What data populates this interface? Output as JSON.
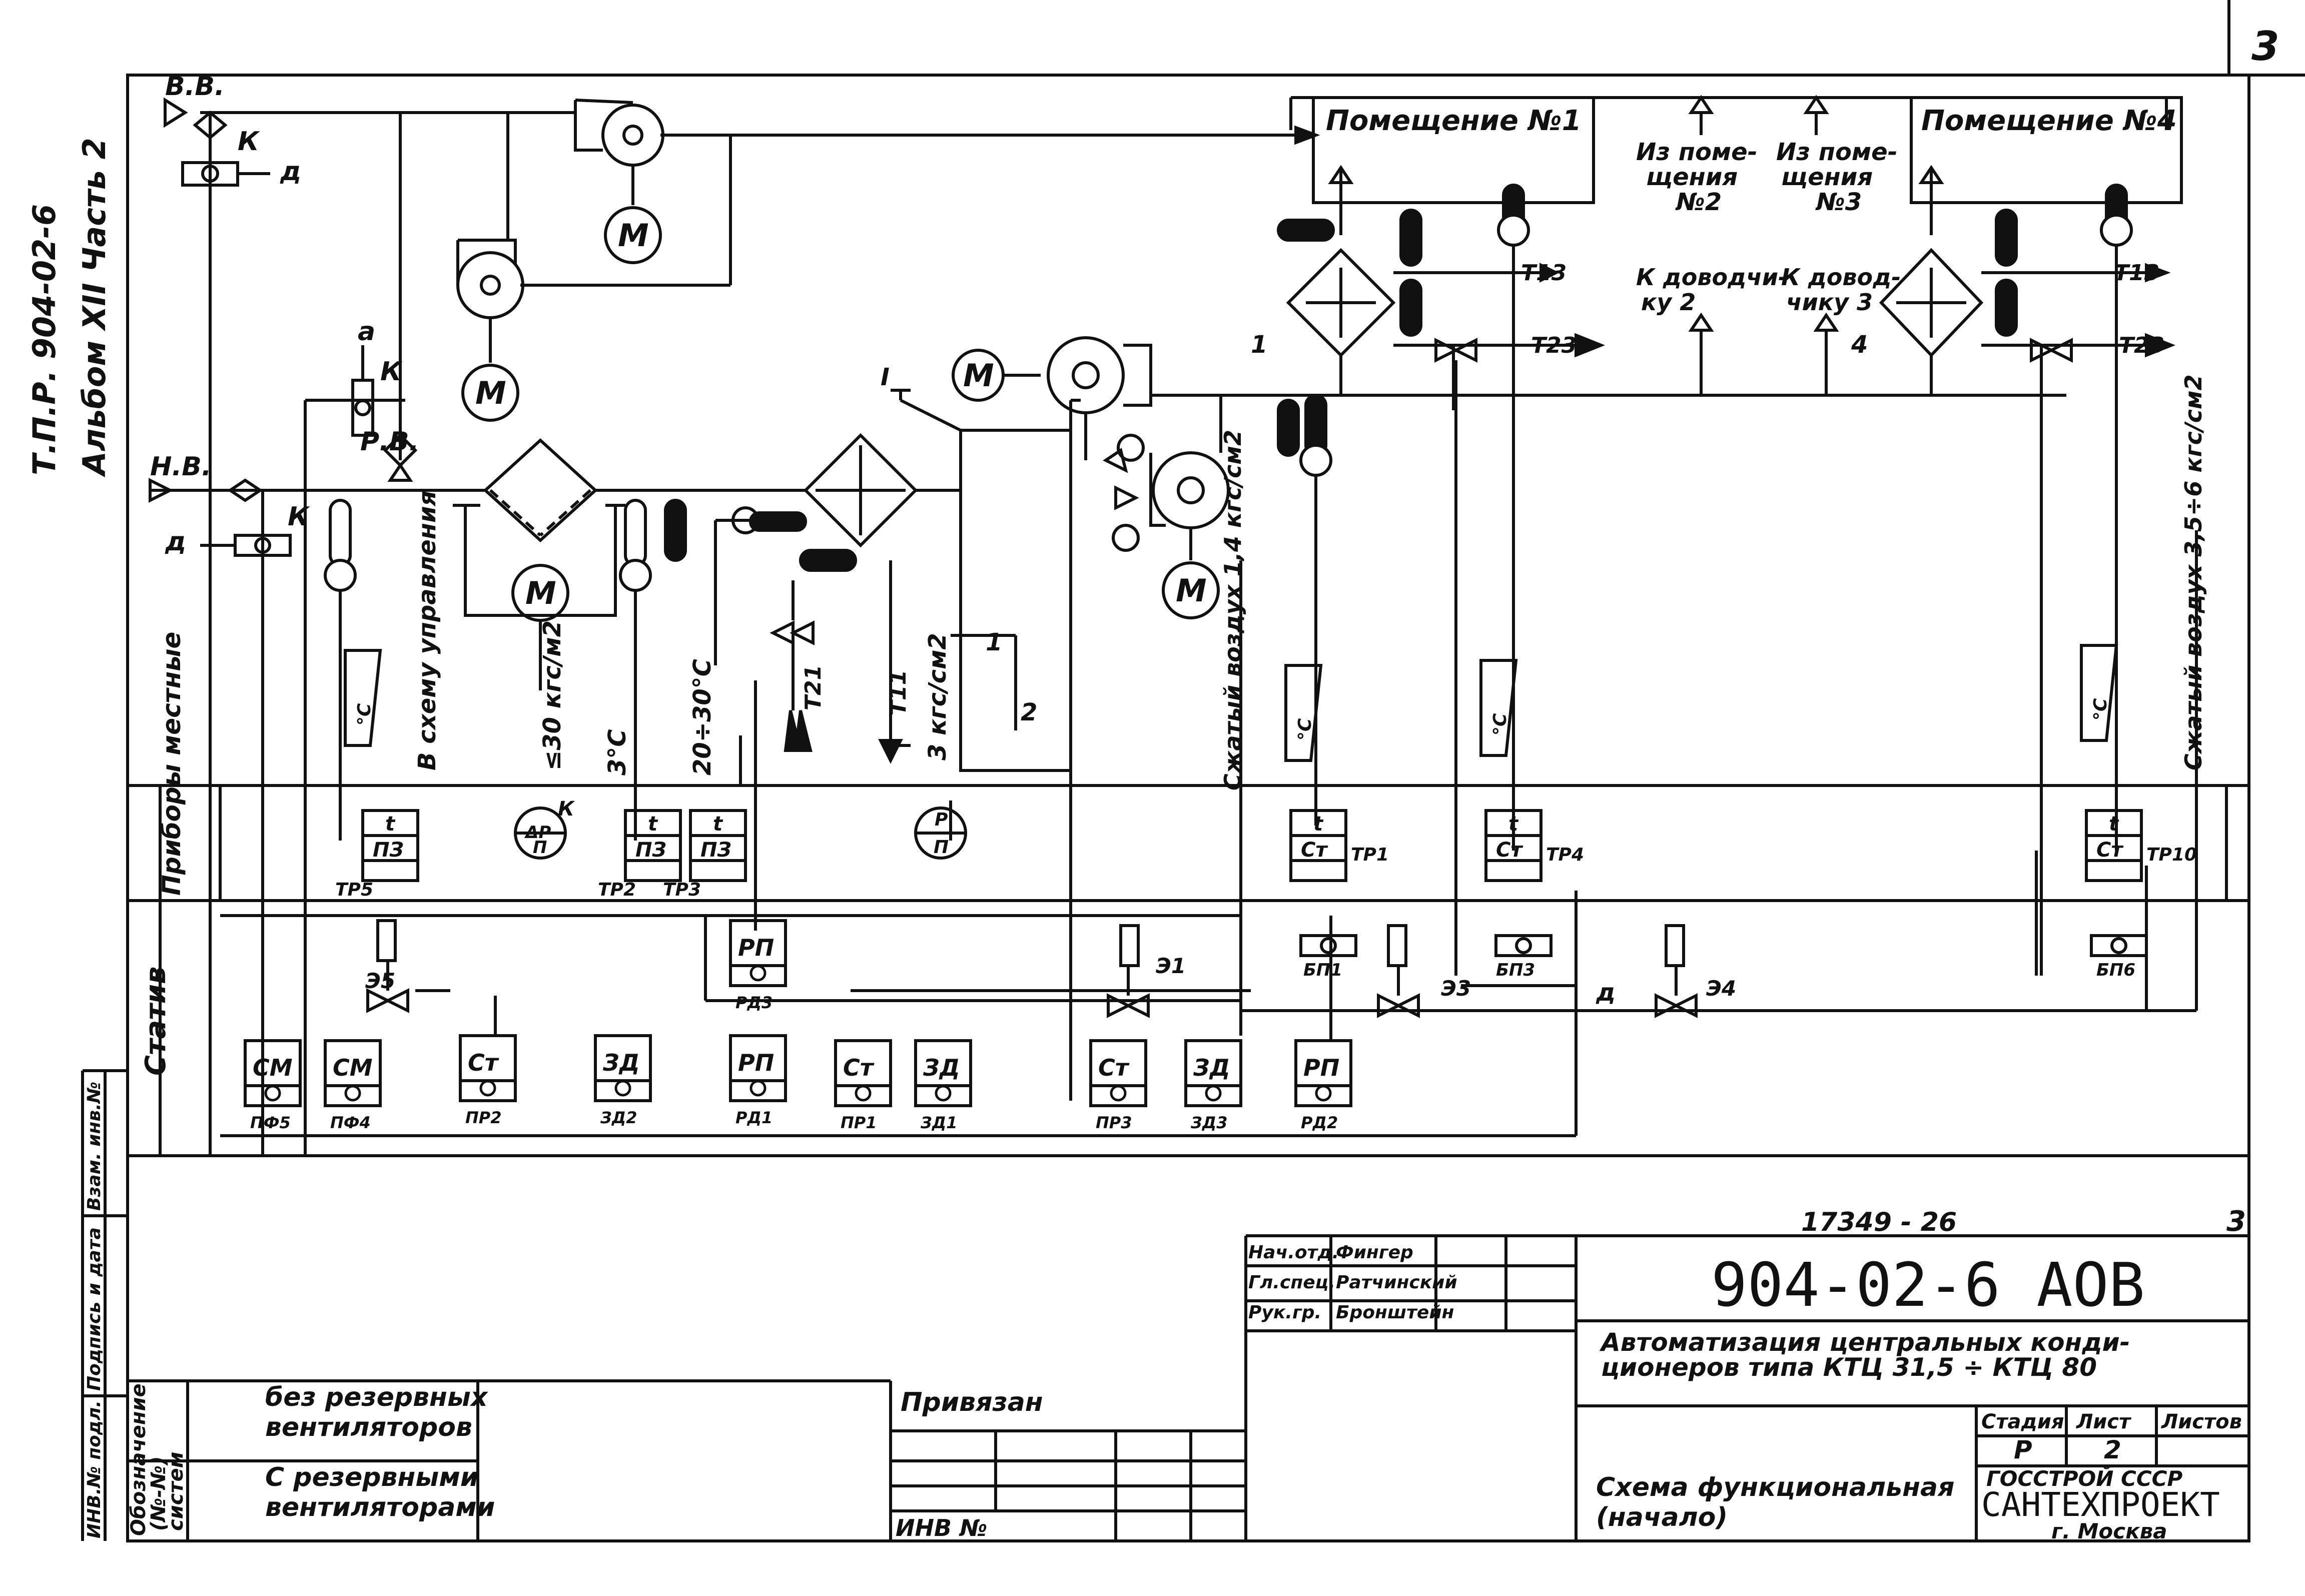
{
  "page_number": "3",
  "margin_top": "Т.П.Р.  904-02-6",
  "margin_bottom": "Альбом XII  Часть 2",
  "air": {
    "outside": "Н.В.",
    "exhaust": "В.В.",
    "recirc": "Р.В.",
    "flap_a": "а",
    "flap_d": "д",
    "flap_k": "К",
    "motor": "М"
  },
  "rooms": {
    "room1": "Помещение №1",
    "room4": "Помещение №4",
    "from2": [
      "Из поме-",
      "щения",
      "№2"
    ],
    "from3": [
      "Из поме-",
      "щения",
      "№3"
    ],
    "to2": [
      "К доводчи-",
      "ку  2"
    ],
    "to3": [
      "К довод-",
      "чику  3"
    ]
  },
  "lines": {
    "t13a": "Т13",
    "t23a": "Т23",
    "t13b": "Т13",
    "t23b": "Т23",
    "t21": "Т21",
    "t11": "Т11",
    "marker_i": "I",
    "marker_1": "1",
    "marker_2": "2",
    "node_1": "1",
    "node_4": "4"
  },
  "vertical_labels": {
    "to_control": "В схему управления",
    "press1": "≤30 кгс/м2",
    "temp3": "3°С",
    "temp2030": "20÷30°С",
    "press3": "3 кгс/см2",
    "air14": "Сжатый воздух 1,4 кгс/см2",
    "air356": "Сжатый воздух 3,5÷6 кгс/см2",
    "sensor": "°С"
  },
  "sections": {
    "local": "Приборы местные",
    "stand": "Статив"
  },
  "local_devices": [
    {
      "top": "t",
      "bottom": "ПЗ",
      "tag": "ТР5"
    },
    {
      "top": "t",
      "bottom": "ПЗ",
      "tag": "ТР2"
    },
    {
      "top": "t",
      "bottom": "ПЗ",
      "tag": "ТР3"
    },
    {
      "top": "t",
      "bottom": "Ст",
      "tag": "ТР1"
    },
    {
      "top": "t",
      "bottom": "Ст",
      "tag": "ТР4"
    },
    {
      "top": "t",
      "bottom": "Ст",
      "tag": "ТР10"
    }
  ],
  "gauges": {
    "dp": "ΔP",
    "p": "Р",
    "bottom": "П",
    "k": "К"
  },
  "stand_devices": [
    {
      "label": "СМ",
      "tag": "ПФ5"
    },
    {
      "label": "СМ",
      "tag": "ПФ4"
    },
    {
      "label": "Ст",
      "tag": "ПР2"
    },
    {
      "label": "ЗД",
      "tag": "ЗД2"
    },
    {
      "label": "РП",
      "tag": "РД1"
    },
    {
      "label": "Ст",
      "tag": "ПР1"
    },
    {
      "label": "ЗД",
      "tag": "ЗД1"
    },
    {
      "label": "Ст",
      "tag": "ПР3"
    },
    {
      "label": "ЗД",
      "tag": "ЗД3"
    },
    {
      "label": "РП",
      "tag": "РД2"
    },
    {
      "label": "РП",
      "tag": "РД3"
    }
  ],
  "valves": [
    "Э5",
    "Э1",
    "Э3",
    "Э4"
  ],
  "blocks": [
    "БП1",
    "БП3",
    "БП6"
  ],
  "title_block": {
    "doc_no": "17349 - 26",
    "sheet_no": "3",
    "code": "904-02-6   АОВ",
    "title_lines": [
      "Автоматизация  центральных  конди-",
      "ционеров   типа  КТЦ 31,5 ÷ КТЦ 80"
    ],
    "schema": [
      "Схема  функциональная",
      "(начало)"
    ],
    "stage_h": "Стадия",
    "sheet_h": "Лист",
    "sheets_h": "Листов",
    "stage": "Р",
    "sheet": "2",
    "org1": "ГОССТРОЙ  СССР",
    "org2": "САНТЕХПРОЕКТ",
    "org3": "г. Москва",
    "signers": [
      {
        "role": "Нач.отд.",
        "name": "Фингер"
      },
      {
        "role": "Гл.спец.",
        "name": "Ратчинский"
      },
      {
        "role": "Рук.гр.",
        "name": "Бронштейн"
      }
    ],
    "privyazan": "Привязан",
    "inv": "ИНВ №",
    "designation": [
      "Обозначение",
      "(№-№)",
      "систем"
    ],
    "without": [
      "без  резервных",
      "вентиляторов"
    ],
    "with": [
      "С  резервными",
      "вентиляторами"
    ],
    "side_stamp": [
      "ИНВ.№ подл.",
      "Подпись и дата",
      "Взам. инв.№"
    ]
  }
}
